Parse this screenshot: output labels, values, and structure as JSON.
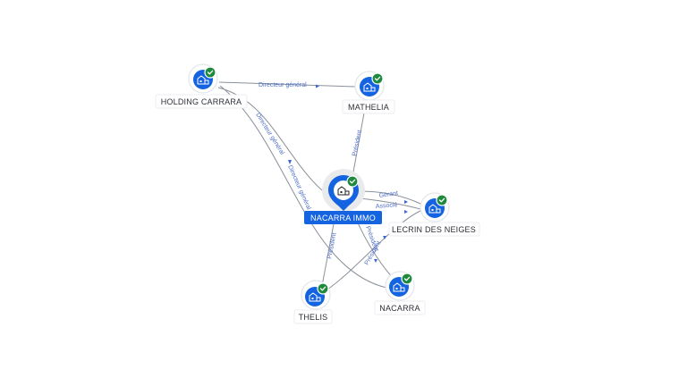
{
  "diagram": {
    "center": {
      "id": "nacarra_immo",
      "label": "NACARRA IMMO",
      "verified": true
    },
    "nodes": [
      {
        "id": "holding_carrara",
        "label": "HOLDING CARRARA",
        "verified": true,
        "icon": "building-icon"
      },
      {
        "id": "mathelia",
        "label": "MATHELIA",
        "verified": true,
        "icon": "building-icon"
      },
      {
        "id": "lecrin",
        "label": "LECRIN DES NEIGES",
        "verified": true,
        "icon": "building-icon"
      },
      {
        "id": "thelis",
        "label": "THELIS",
        "verified": true,
        "icon": "building-icon"
      },
      {
        "id": "nacarra",
        "label": "NACARRA",
        "verified": true,
        "icon": "building-icon"
      }
    ],
    "edges": [
      {
        "from": "holding_carrara",
        "to": "mathelia",
        "label": "Directeur général"
      },
      {
        "from": "holding_carrara",
        "to": "nacarra_immo",
        "label": "Directeur général"
      },
      {
        "from": "holding_carrara",
        "to": "nacarra",
        "label": "Directeur général"
      },
      {
        "from": "nacarra_immo",
        "to": "mathelia",
        "label": "Président"
      },
      {
        "from": "nacarra_immo",
        "to": "lecrin",
        "label": "Gérant"
      },
      {
        "from": "nacarra_immo",
        "to": "lecrin",
        "label": "Associé"
      },
      {
        "from": "thelis",
        "to": "nacarra_immo",
        "label": "Président"
      },
      {
        "from": "thelis",
        "to": "lecrin",
        "label": "Président"
      },
      {
        "from": "nacarra",
        "to": "nacarra_immo",
        "label": "Président"
      }
    ]
  },
  "colors": {
    "primary": "#1463e0",
    "verified": "#1f8a3e",
    "edge": "#8a919a",
    "edge_label": "#4f6fc6"
  }
}
